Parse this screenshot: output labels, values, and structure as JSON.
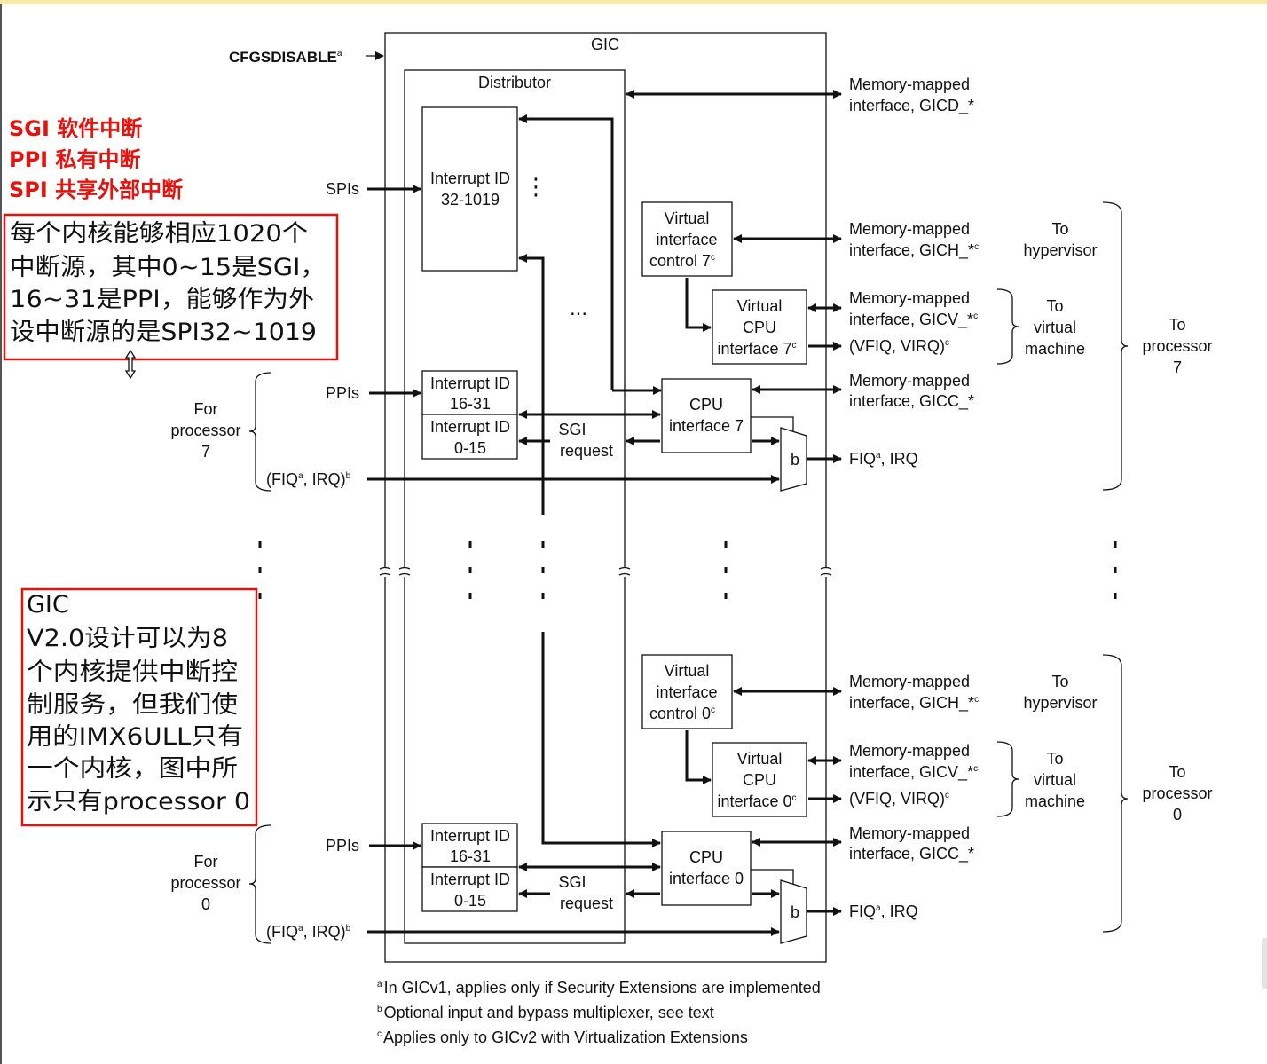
{
  "diagram": {
    "gic_title": "GIC",
    "distributor_title": "Distributor",
    "cfgsdisable": "CFGSDISABLE",
    "sup_a": "a",
    "sup_b": "b",
    "sup_c": "c",
    "spis": "SPIs",
    "ppis": "PPIs",
    "fiq_irq_in": {
      "l": "(FIQ",
      "m": ", IRQ)"
    },
    "for_processor": {
      "l1": "For",
      "l2": "processor"
    },
    "processors": [
      "7",
      "0"
    ],
    "interrupt_id_line1": "Interrupt ID",
    "range_spi": "32-1019",
    "range_ppi": "16-31",
    "range_sgi": "0-15",
    "sgi_request": {
      "l1": "SGI",
      "l2": "request"
    },
    "virtual_interface_control": {
      "l1": "Virtual",
      "l2": "interface",
      "l3": "control"
    },
    "virtual_cpu_interface": {
      "l1": "Virtual",
      "l2": "CPU",
      "l3": "interface"
    },
    "cpu_interface": {
      "l1": "CPU",
      "l2": "interface"
    },
    "mux_label": "b",
    "memory_mapped": "Memory-mapped",
    "iface_gicd": "interface, GICD_*",
    "iface_gich": "interface, GICH_*",
    "iface_gicv": "interface, GICV_*",
    "iface_gicc": "interface, GICC_*",
    "vfiq_virq": "(VFIQ, VIRQ)",
    "fiq_out": {
      "l": "FIQ",
      "m": ", IRQ"
    },
    "to_hypervisor": {
      "l1": "To",
      "l2": "hypervisor"
    },
    "to_virtual_machine": {
      "l1": "To",
      "l2": "virtual",
      "l3": "machine"
    },
    "to_processor": {
      "l1": "To",
      "l2": "processor"
    },
    "vdots": "⋮",
    "dots": "..."
  },
  "annotations": {
    "legend_lines": [
      "SGI 软件中断",
      "PPI 私有中断",
      "SPI 共享外部中断"
    ],
    "note_top_lines": [
      "每个内核能够相应1020个",
      "中断源，其中0~15是SGI，",
      "16~31是PPI，能够作为外",
      "设中断源的是SPI32~1019"
    ],
    "note_bottom_lines": [
      "GIC",
      "V2.0设计可以为8",
      "个内核提供中断控",
      "制服务，但我们使",
      "用的IMX6ULL只有",
      "一个内核，图中所",
      "示只有processor 0"
    ],
    "accent_color": "#e8120c"
  },
  "footnotes": [
    {
      "mark": "a",
      "text": "In GICv1, applies only if Security Extensions are implemented"
    },
    {
      "mark": "b",
      "text": "Optional input and bypass multiplexer, see text"
    },
    {
      "mark": "c",
      "text": "Applies only to GICv2 with Virtualization Extensions"
    }
  ]
}
